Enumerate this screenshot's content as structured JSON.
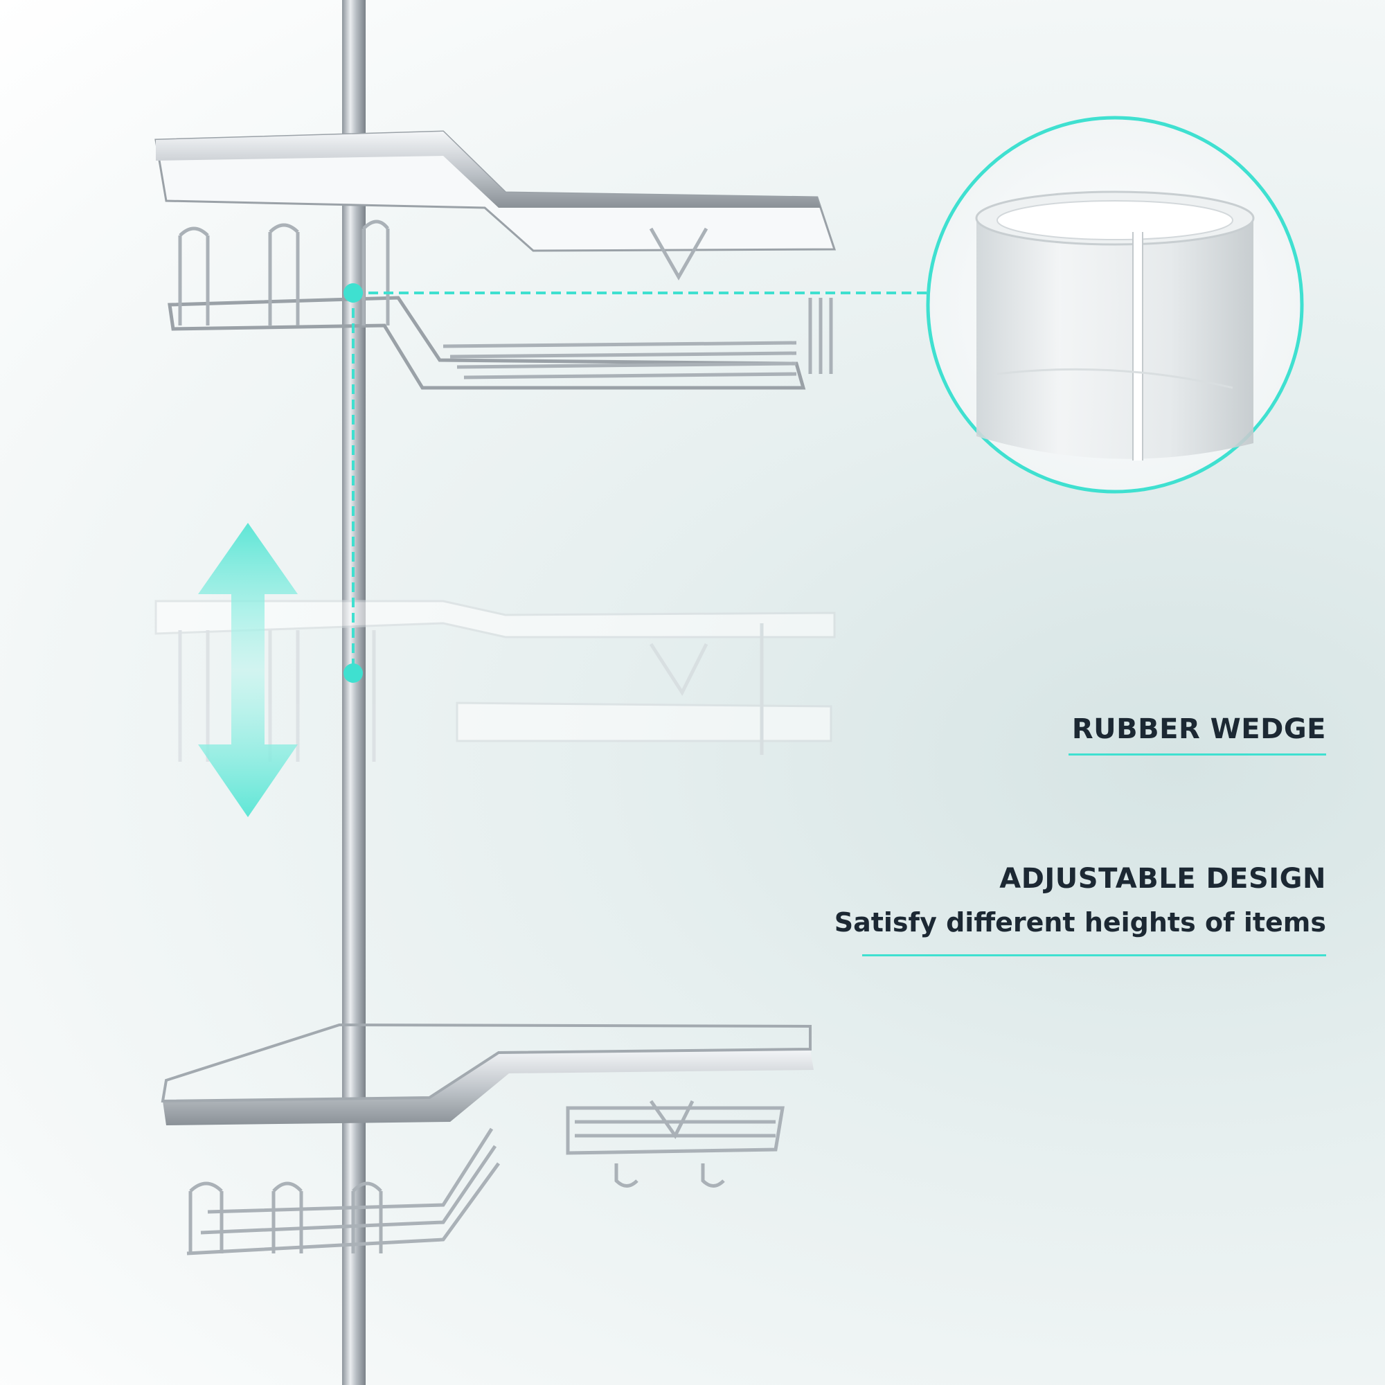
{
  "callouts": {
    "rubber_wedge": "RUBBER WEDGE",
    "adjustable_title": "ADJUSTABLE DESIGN",
    "adjustable_subtitle": "Satisfy different heights of items"
  },
  "colors": {
    "accent": "#3fe0d0",
    "text": "#1c2833",
    "metal": "#c8ccd0",
    "metal_dark": "#8e959c"
  },
  "icons": [
    "double-arrow-icon",
    "rubber-wedge-icon"
  ]
}
